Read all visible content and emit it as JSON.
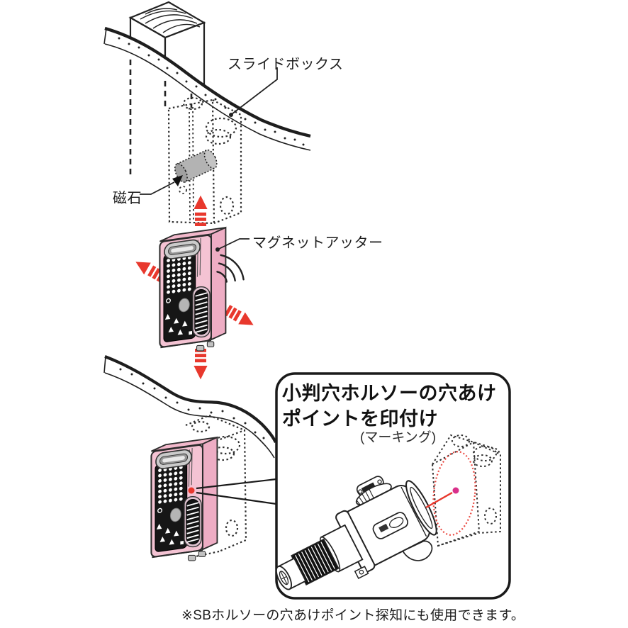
{
  "labels": {
    "slide_box": "スライドボックス",
    "magnet": "磁石",
    "detector": "マグネットアッター"
  },
  "callout": {
    "title_line1": "小判穴ホルソーの穴あけ",
    "title_line2": "ポイントを印付け",
    "subtitle": "(マーキング)"
  },
  "footnote": "※SBホルソーの穴あけポイント探知にも使用できます。",
  "colors": {
    "device_pink_front": "#f4c3d3",
    "device_pink_side": "#eeadc4",
    "device_pink_top": "#f2b8cb",
    "panel_black": "#161616",
    "arrow_red": "#e8382d",
    "marking_magenta": "#d9308a",
    "holesaw_oval_red": "#ea4a42",
    "magnet_gray": "#b3b3b3",
    "outline": "#2b2b2b"
  },
  "icons": {
    "scan_arrow_up": "up-arrow",
    "scan_arrow_down": "down-arrow",
    "scan_arrow_left": "left-arrow",
    "scan_arrow_right": "right-arrow",
    "beep_waves": "sound-waves",
    "marking_point": "dot"
  }
}
